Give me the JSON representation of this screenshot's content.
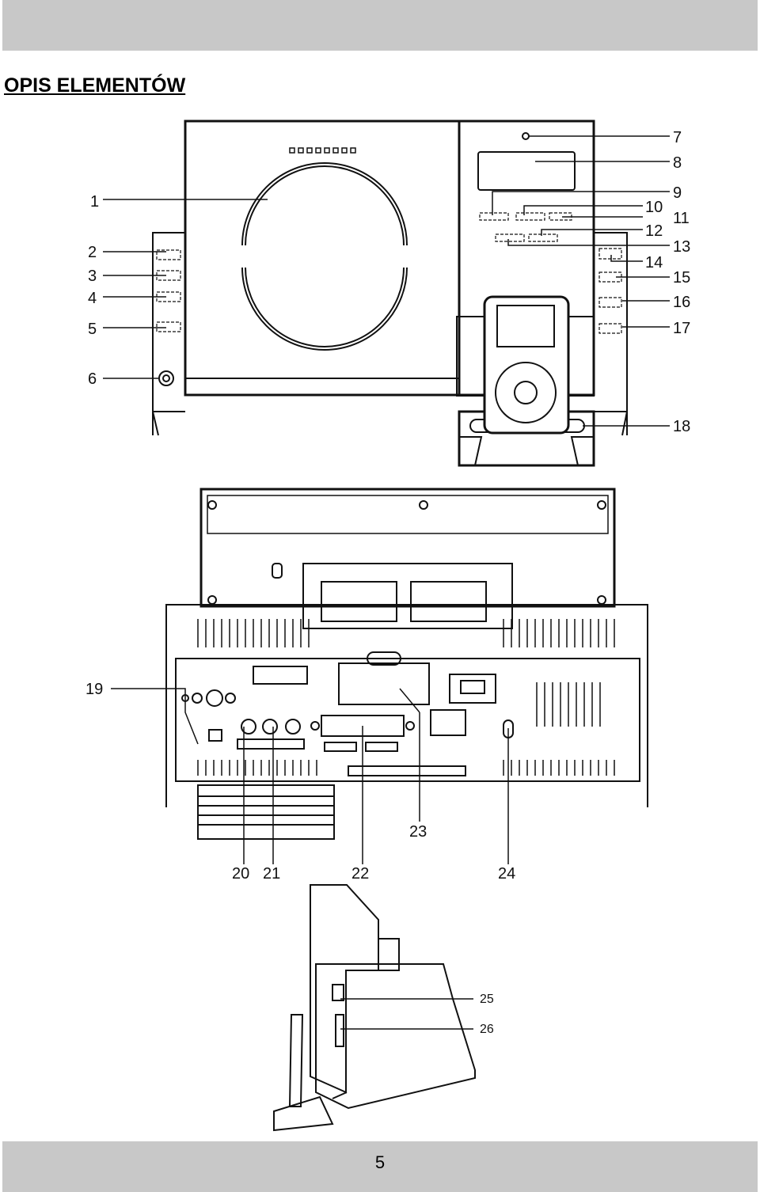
{
  "header": {
    "title": "OPIS ELEMENTÓW"
  },
  "footer": {
    "page_number": "5"
  },
  "callouts": [
    "1",
    "2",
    "3",
    "4",
    "5",
    "6",
    "7",
    "8",
    "9",
    "10",
    "11",
    "12",
    "13",
    "14",
    "15",
    "16",
    "17",
    "18",
    "19",
    "20",
    "21",
    "22",
    "23",
    "24",
    "25",
    "26"
  ]
}
